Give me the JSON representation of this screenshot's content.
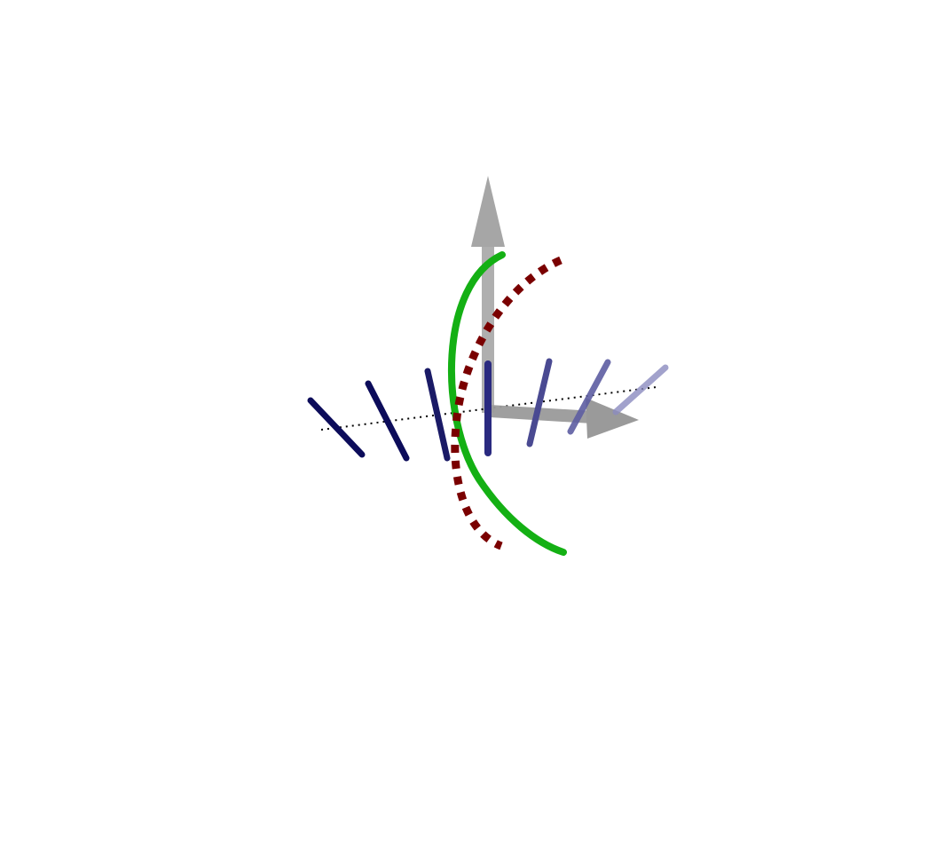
{
  "diagram": {
    "colors": {
      "background": "#ffffff",
      "axis_arrow": "#a0a0a0",
      "rod_dark": "#0d0d5e",
      "rod_mid": "#2b2b80",
      "rod_light": "#5a5a9e",
      "rod_faint": "#9e9ec8",
      "green_curve": "#10b010",
      "red_dashed_curve": "#7a0000",
      "dotted_line": "#000000"
    },
    "elements": {
      "vertical_axis_arrow": "up-arrow",
      "horizontal_axis_arrow": "right-arrow",
      "rods": [
        "rod-1",
        "rod-2",
        "rod-3",
        "rod-4",
        "rod-5",
        "rod-6",
        "rod-7"
      ],
      "green_curve": "solid-arc",
      "red_curve": "dashed-arc",
      "dotted_line": "propagation-axis"
    }
  }
}
